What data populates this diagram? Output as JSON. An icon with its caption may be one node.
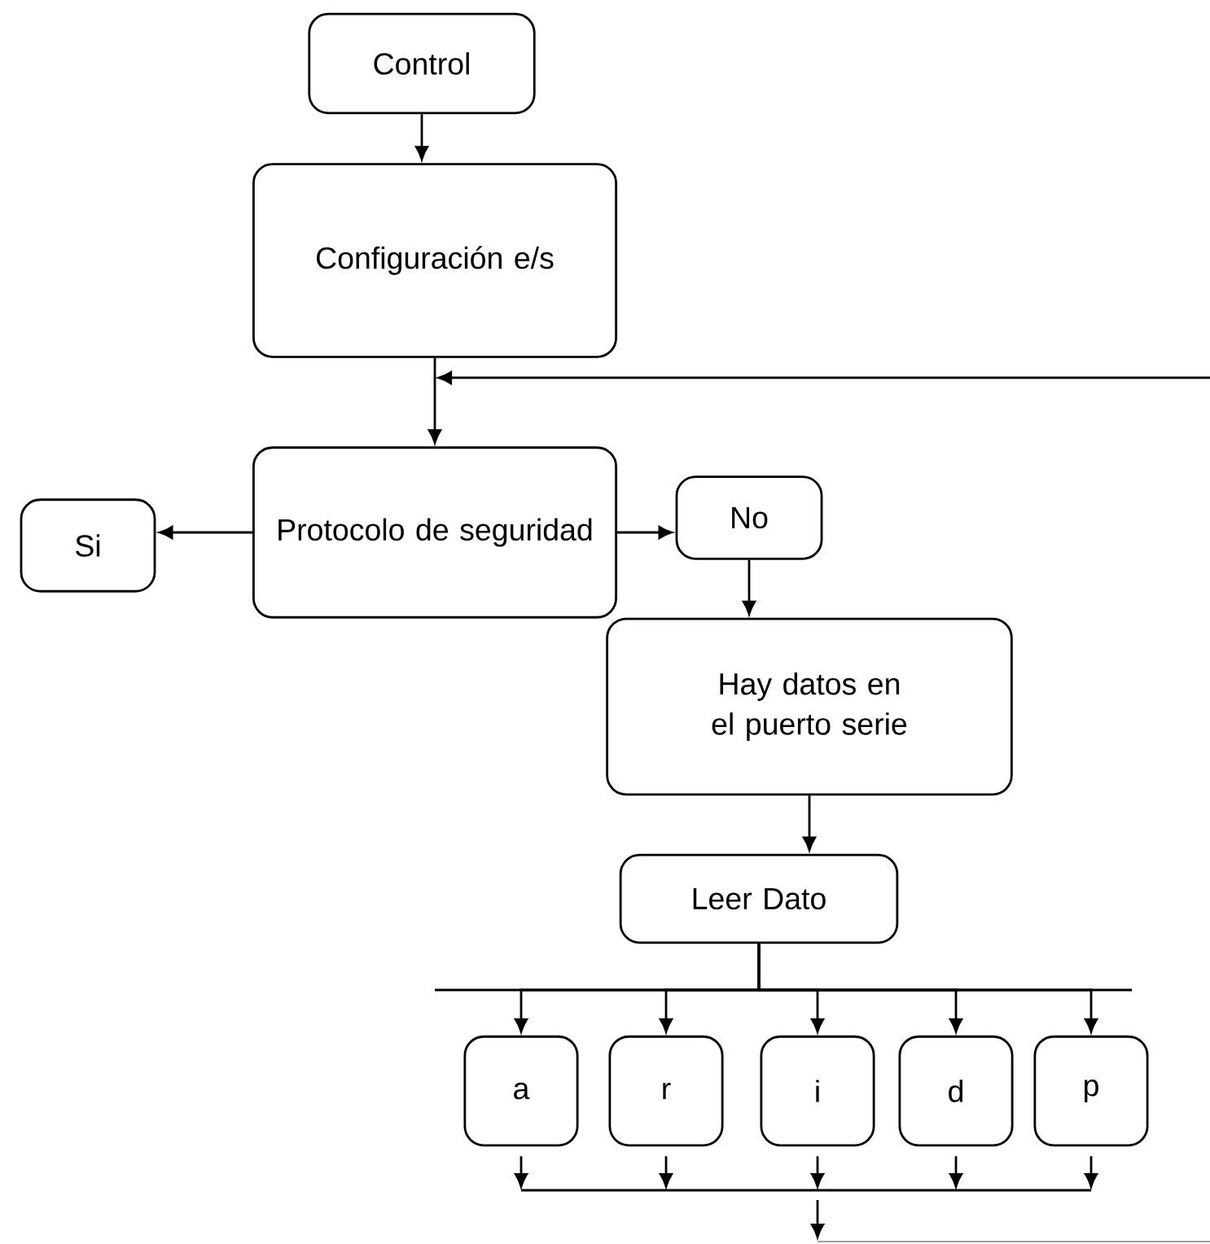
{
  "diagram": {
    "nodes": [
      {
        "text": [
          "Control"
        ]
      },
      {
        "text": [
          "Configuración e/s"
        ]
      },
      {
        "text": [
          "Protocolo de seguridad"
        ]
      },
      {
        "text": [
          "Si"
        ]
      },
      {
        "text": [
          "No"
        ]
      },
      {
        "text": [
          "Hay datos en el puerto serie"
        ]
      },
      {
        "text": [
          "Leer Dato"
        ]
      },
      {
        "text": [
          "a"
        ]
      },
      {
        "text": [
          "r"
        ]
      },
      {
        "text": [
          "i"
        ]
      },
      {
        "text": [
          "d"
        ]
      },
      {
        "text": [
          "p"
        ]
      }
    ],
    "edges": [
      {
        "from": 0,
        "to": 1,
        "arrow": "to"
      },
      {
        "from": 1,
        "to": 2,
        "arrow": "to"
      },
      {
        "from": null,
        "to": 2,
        "arrow": "to"
      },
      {
        "from": 2,
        "to": 3,
        "arrow": "to"
      },
      {
        "from": 2,
        "to": 4,
        "arrow": "to"
      },
      {
        "from": 4,
        "to": 5,
        "arrow": "to"
      },
      {
        "from": 5,
        "to": 6,
        "arrow": "to"
      },
      {
        "from": 6,
        "to": 7,
        "arrow": "to"
      },
      {
        "from": 6,
        "to": 8,
        "arrow": "to"
      },
      {
        "from": 6,
        "to": 9,
        "arrow": "to"
      },
      {
        "from": 6,
        "to": 10,
        "arrow": "to"
      },
      {
        "from": 6,
        "to": 11,
        "arrow": "to"
      },
      {
        "from": 7,
        "to": null,
        "arrow": "to"
      },
      {
        "from": 8,
        "to": null,
        "arrow": "to"
      },
      {
        "from": 9,
        "to": null,
        "arrow": "to"
      },
      {
        "from": 10,
        "to": null,
        "arrow": "to"
      },
      {
        "from": 11,
        "to": null,
        "arrow": "to"
      }
    ]
  }
}
